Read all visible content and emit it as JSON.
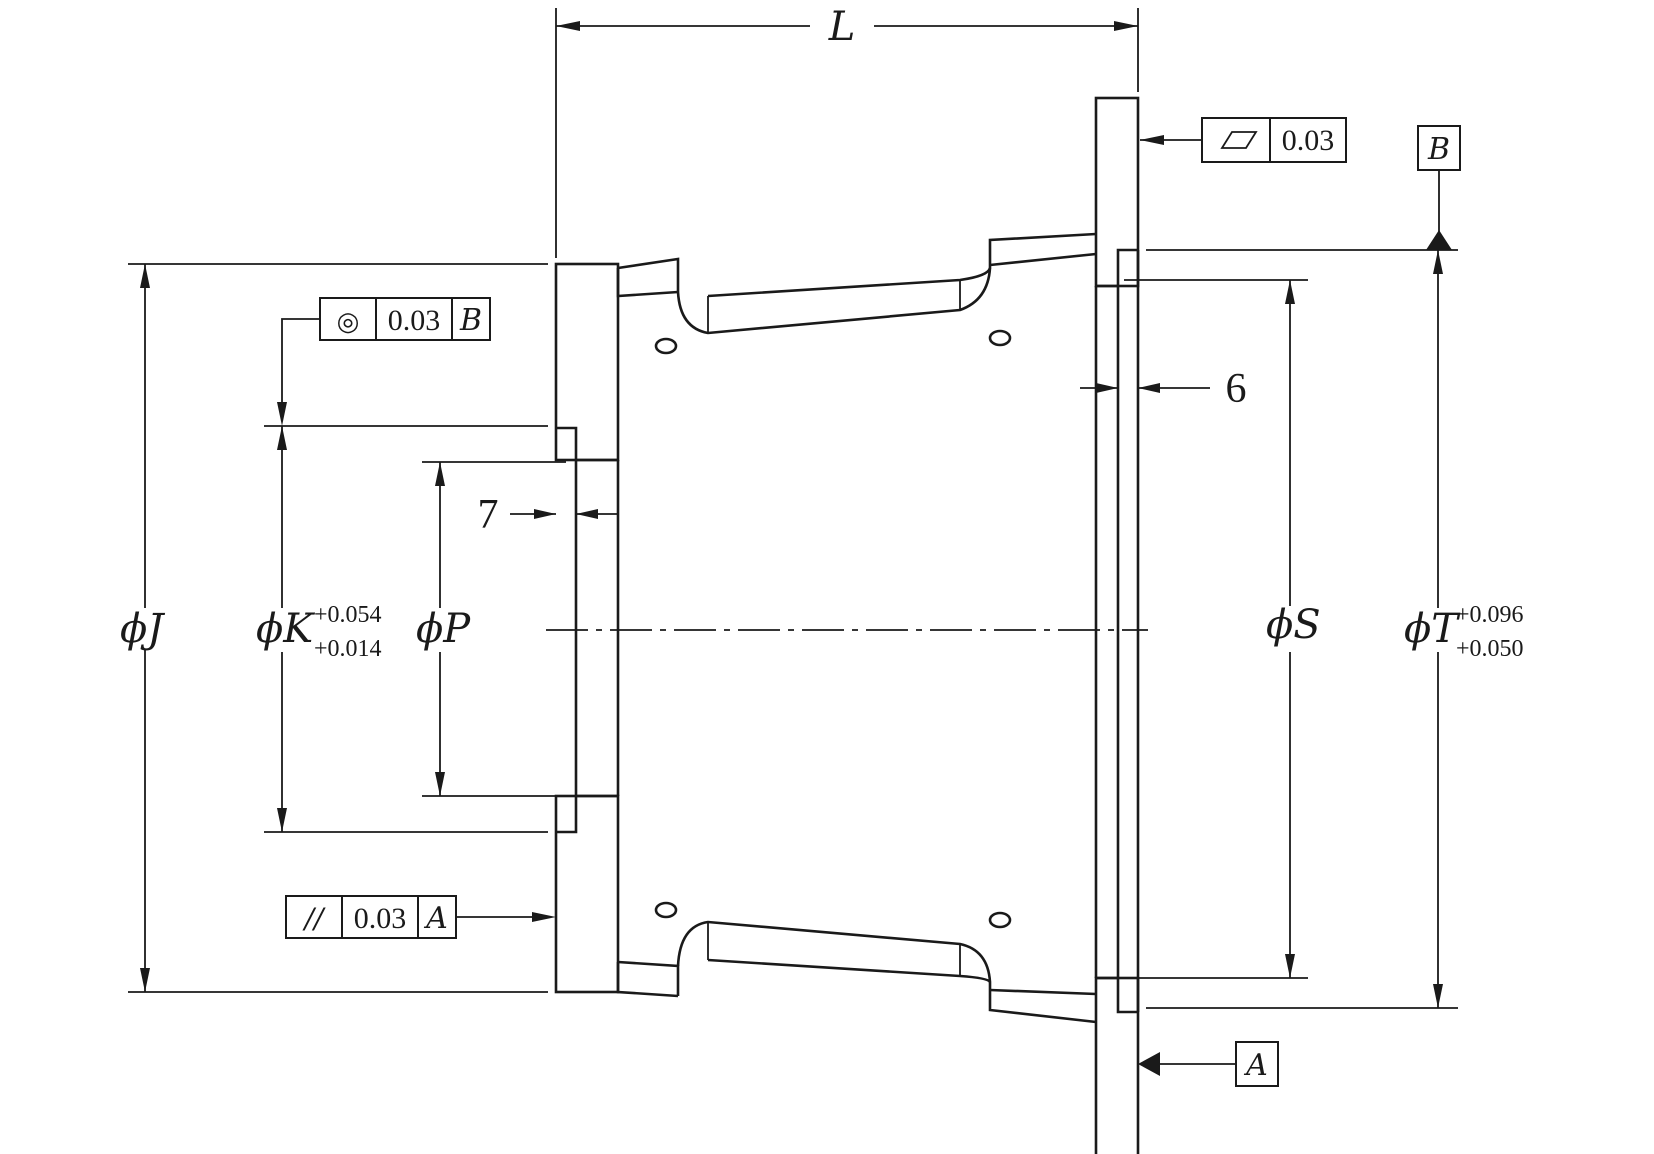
{
  "dimensions": {
    "L": "L",
    "J": "J",
    "K": "K",
    "K_tol_upper": "+0.054",
    "K_tol_lower": "+0.014",
    "P": "P",
    "S": "S",
    "T": "T",
    "T_tol_upper": "+0.096",
    "T_tol_lower": "+0.050",
    "thickness_left": "7",
    "thickness_right": "6",
    "diameter_symbol": "ϕ"
  },
  "tolerance_frames": {
    "flatness": {
      "symbol": "flatness-icon",
      "value": "0.03"
    },
    "concentricity": {
      "symbol": "◎",
      "value": "0.03",
      "datum": "B"
    },
    "parallelism": {
      "symbol": "//",
      "value": "0.03",
      "datum": "A"
    }
  },
  "datums": {
    "A": "A",
    "B": "B"
  }
}
